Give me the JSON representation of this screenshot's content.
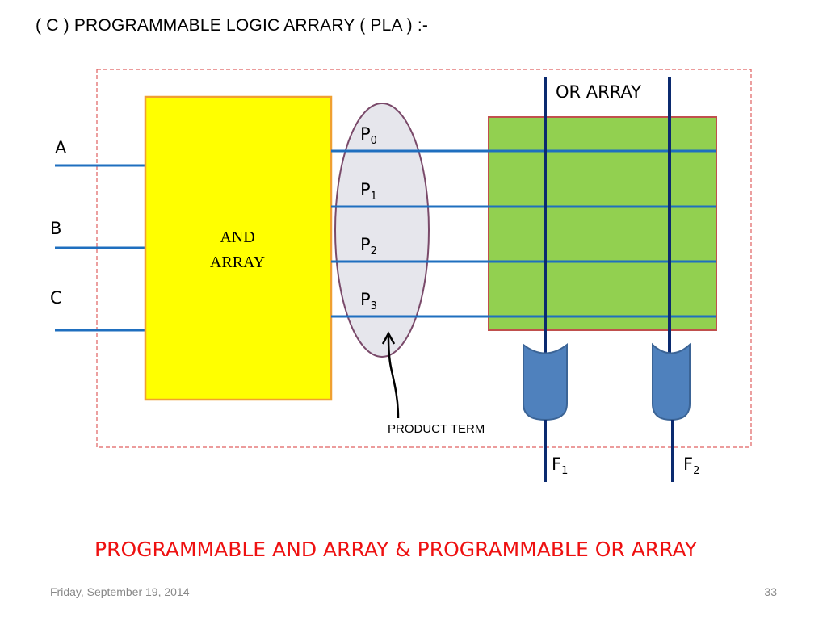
{
  "slide": {
    "title": "( C ) PROGRAMMABLE LOGIC ARRARY ( PLA ) :-",
    "headline": "PROGRAMMABLE AND ARRAY & PROGRAMMABLE OR ARRAY",
    "footer_date": "Friday, September 19, 2014",
    "page_number": "33"
  },
  "diagram": {
    "inputs": [
      "A",
      "B",
      "C"
    ],
    "and_array_label": [
      "AND",
      "ARRAY"
    ],
    "or_array_label": "OR ARRAY",
    "product_terms": [
      {
        "base": "P",
        "sub": "0"
      },
      {
        "base": "P",
        "sub": "1"
      },
      {
        "base": "P",
        "sub": "2"
      },
      {
        "base": "P",
        "sub": "3"
      }
    ],
    "product_term_label": "PRODUCT TERM",
    "outputs": [
      {
        "base": "F",
        "sub": "1"
      },
      {
        "base": "F",
        "sub": "2"
      }
    ],
    "colors": {
      "and_array_fill": "#ffff00",
      "and_array_border": "#f0a030",
      "or_array_fill": "#92d050",
      "or_array_border": "#c0504d",
      "wire": "#1f6fbf",
      "or_column": "#0b2a6f",
      "gate_fill": "#4f81bd",
      "ellipse_fill": "#e6e6ec",
      "dashed_border": "#e06060",
      "headline": "#ee1111"
    }
  }
}
